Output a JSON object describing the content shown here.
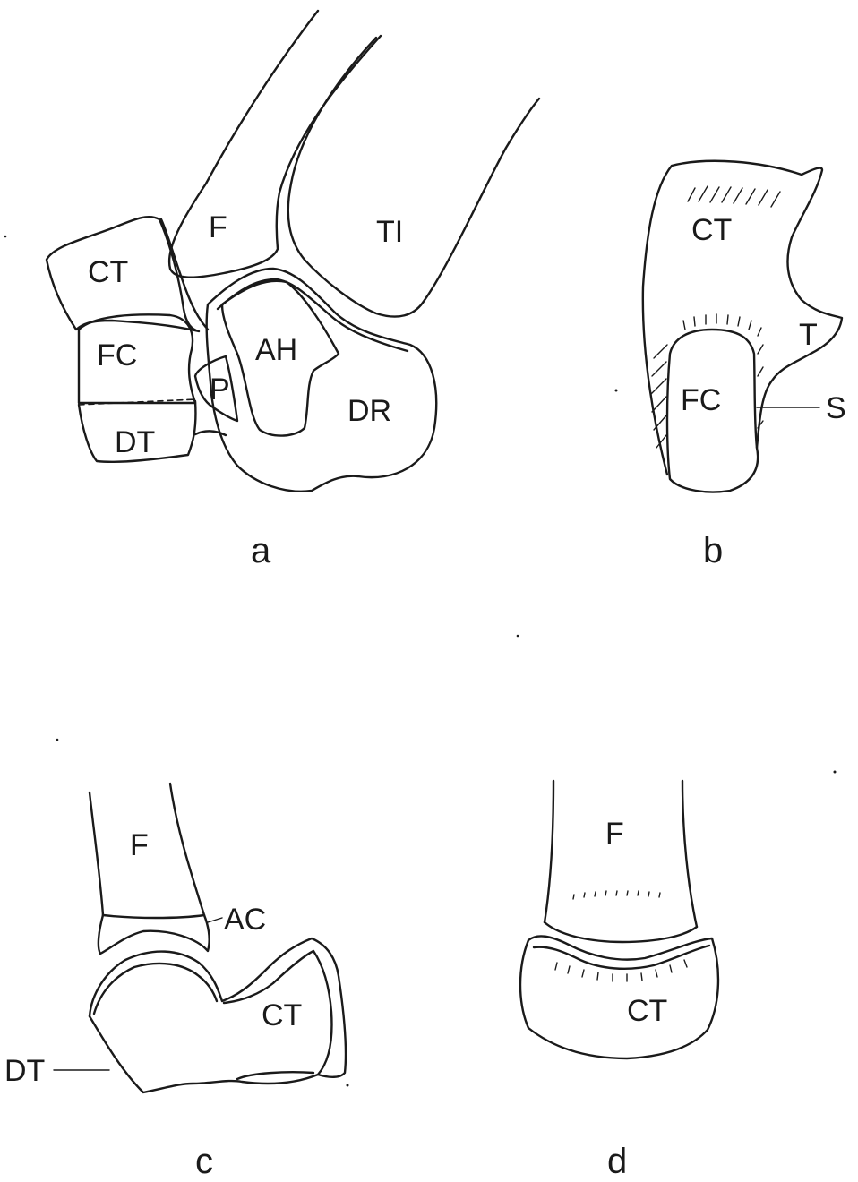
{
  "panels": {
    "a": {
      "caption": "a",
      "labels": {
        "ct": "CT",
        "f": "F",
        "ti": "TI",
        "fc": "FC",
        "ah": "AH",
        "p": "P",
        "dr": "DR",
        "dt": "DT"
      }
    },
    "b": {
      "caption": "b",
      "labels": {
        "ct": "CT",
        "t": "T",
        "fc": "FC",
        "s": "S"
      }
    },
    "c": {
      "caption": "c",
      "labels": {
        "f": "F",
        "ac": "AC",
        "ct": "CT",
        "dt": "DT"
      }
    },
    "d": {
      "caption": "d",
      "labels": {
        "f": "F",
        "ct": "CT"
      }
    }
  },
  "colors": {
    "line": "#1a1a1a",
    "background": "#ffffff"
  }
}
